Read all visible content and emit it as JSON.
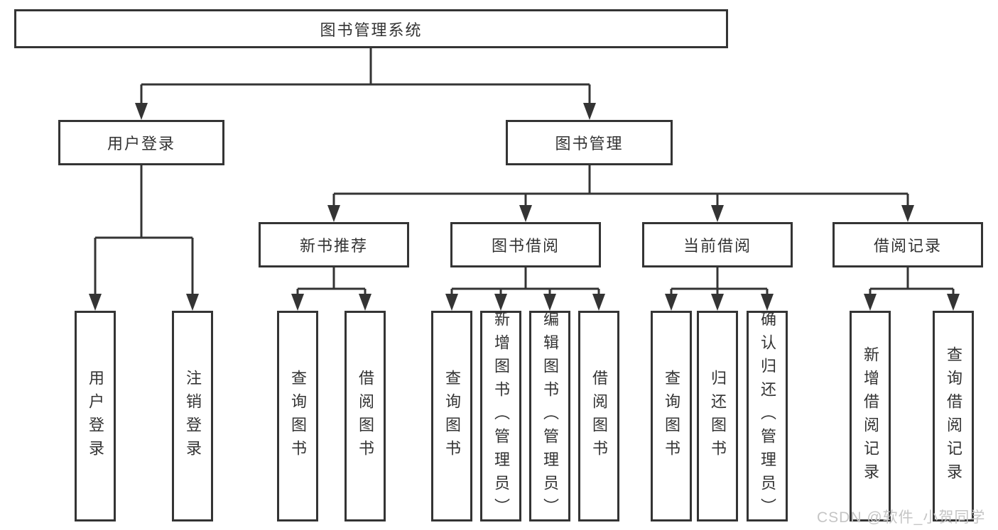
{
  "diagram_title": "图书管理系统",
  "tree": {
    "label": "图书管理系统",
    "children": [
      {
        "label": "用户登录",
        "children": [
          {
            "label": "用户登录"
          },
          {
            "label": "注销登录"
          }
        ]
      },
      {
        "label": "图书管理",
        "children": [
          {
            "label": "新书推荐",
            "children": [
              {
                "label": "查询图书"
              },
              {
                "label": "借阅图书"
              }
            ]
          },
          {
            "label": "图书借阅",
            "children": [
              {
                "label": "查询图书"
              },
              {
                "label": "新增图书（管理员）"
              },
              {
                "label": "编辑图书（管理员）"
              },
              {
                "label": "借阅图书"
              }
            ]
          },
          {
            "label": "当前借阅",
            "children": [
              {
                "label": "查询图书"
              },
              {
                "label": "归还图书"
              },
              {
                "label": "确认归还（管理员）"
              }
            ]
          },
          {
            "label": "借阅记录",
            "children": [
              {
                "label": "新增借阅记录"
              },
              {
                "label": "查询借阅记录"
              }
            ]
          }
        ]
      }
    ]
  },
  "watermark": {
    "text": "CSDN @软件_小贺同学",
    "color": "#c5c5c5"
  },
  "colors": {
    "line": "#343434",
    "box_border": "#343434",
    "text": "#333333",
    "background": "#ffffff"
  }
}
